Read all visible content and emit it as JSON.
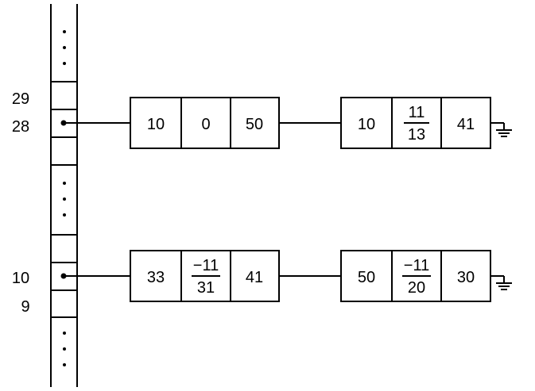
{
  "bucket_labels": {
    "b29": "29",
    "b28": "28",
    "b10": "10",
    "b9": "9"
  },
  "lists": {
    "top": {
      "node1": {
        "c1": "10",
        "c2": "0",
        "c3": "50"
      },
      "node2": {
        "c1": "10",
        "c2_num": "11",
        "c2_den": "13",
        "c3": "41"
      }
    },
    "bottom": {
      "node1": {
        "c1": "33",
        "c2_num": "−11",
        "c2_den": "31",
        "c3": "41"
      },
      "node2": {
        "c1": "50",
        "c2_num": "−11",
        "c2_den": "20",
        "c3": "30"
      }
    }
  }
}
